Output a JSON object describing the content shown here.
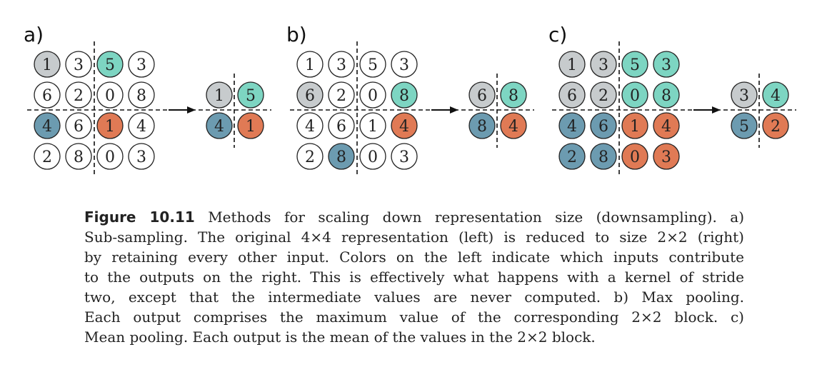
{
  "colors": {
    "w": "#ffffff",
    "g": "#c7cbcd",
    "t": "#7dd5c2",
    "b": "#6c9bb0",
    "o": "#e07a55"
  },
  "panels": [
    {
      "label": "a)",
      "input": [
        [
          1,
          3,
          5,
          3
        ],
        [
          6,
          2,
          0,
          8
        ],
        [
          4,
          6,
          1,
          4
        ],
        [
          2,
          8,
          0,
          3
        ]
      ],
      "input_colors": [
        [
          "g",
          "w",
          "t",
          "w"
        ],
        [
          "w",
          "w",
          "w",
          "w"
        ],
        [
          "b",
          "w",
          "o",
          "w"
        ],
        [
          "w",
          "w",
          "w",
          "w"
        ]
      ],
      "output": [
        [
          1,
          5
        ],
        [
          4,
          1
        ]
      ]
    },
    {
      "label": "b)",
      "input": [
        [
          1,
          3,
          5,
          3
        ],
        [
          6,
          2,
          0,
          8
        ],
        [
          4,
          6,
          1,
          4
        ],
        [
          2,
          8,
          0,
          3
        ]
      ],
      "input_colors": [
        [
          "w",
          "w",
          "w",
          "w"
        ],
        [
          "g",
          "w",
          "w",
          "t"
        ],
        [
          "w",
          "w",
          "w",
          "o"
        ],
        [
          "w",
          "b",
          "w",
          "w"
        ]
      ],
      "output": [
        [
          6,
          8
        ],
        [
          8,
          4
        ]
      ]
    },
    {
      "label": "c)",
      "input": [
        [
          1,
          3,
          5,
          3
        ],
        [
          6,
          2,
          0,
          8
        ],
        [
          4,
          6,
          1,
          4
        ],
        [
          2,
          8,
          0,
          3
        ]
      ],
      "input_colors": [
        [
          "g",
          "g",
          "t",
          "t"
        ],
        [
          "g",
          "g",
          "t",
          "t"
        ],
        [
          "b",
          "b",
          "o",
          "o"
        ],
        [
          "b",
          "b",
          "o",
          "o"
        ]
      ],
      "output": [
        [
          3,
          4
        ],
        [
          5,
          2
        ]
      ]
    }
  ],
  "output_colors": [
    [
      "g",
      "t"
    ],
    [
      "b",
      "o"
    ]
  ],
  "caption": {
    "figure_label": "Figure 10.11",
    "lines": [
      "Methods for scaling down representation size (downsampling). a)",
      "Sub-sampling. The original 4×4 representation (left) is reduced to size 2×2 (right)",
      "by retaining every other input. Colors on the left indicate which inputs contribute",
      "to the outputs on the right. This is effectively what happens with a kernel of stride",
      "two, except that the intermediate values are never computed. b) Max pooling.",
      "Each output comprises the maximum value of the corresponding 2×2 block. c)",
      "Mean pooling. Each output is the mean of the values in the 2×2 block."
    ]
  }
}
